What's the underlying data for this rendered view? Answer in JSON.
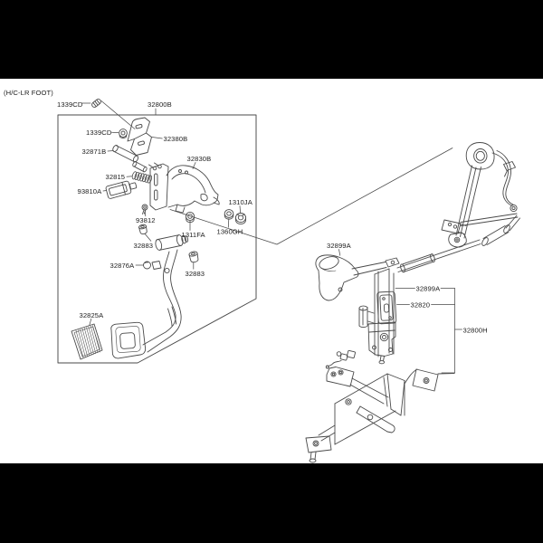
{
  "page": {
    "kind": "parts-catalog-exploded-diagram",
    "colors": {
      "letterbox": "#000000",
      "paper": "#ffffff",
      "line": "#4a4a4a",
      "text": "#1c1c1c"
    }
  },
  "note": "(H/C-LR FOOT)",
  "callouts": {
    "clip_1339cd": "1339CD",
    "assy_32800b": "32800B",
    "nut_1339cd": "1339CD",
    "bracket_32380b": "32380B",
    "pin_32871b": "32871B",
    "member_32830b": "32830B",
    "spring_32815": "32815",
    "switch_93810a": "93810A",
    "nut_1310ja": "1310JA",
    "bolt_93812": "93812",
    "nut_1311fa": "1311FA",
    "washer_1360gh": "1360GH",
    "bushing_32883_upper": "32883",
    "stopper_32876a": "32876A",
    "bushing_32883_lower": "32883",
    "pad_32825a": "32825A",
    "grip_32899a": "32899A",
    "rod_32899a": "32899A",
    "unit_32820": "32820",
    "assy_32800h": "32800H"
  },
  "icons": [
    {
      "name": "clip-icon",
      "depicts": "snap pin clip"
    },
    {
      "name": "flange-nut-icon",
      "depicts": "flange nut"
    },
    {
      "name": "coil-spring-icon",
      "depicts": "return spring"
    },
    {
      "name": "stop-lamp-switch-icon",
      "depicts": "stop lamp switch"
    },
    {
      "name": "bushing-icon",
      "depicts": "pivot bushing"
    },
    {
      "name": "pedal-pad-icon",
      "depicts": "ribbed pedal rubber pad"
    },
    {
      "name": "release-grip-icon",
      "depicts": "parking brake release handle grip"
    }
  ]
}
